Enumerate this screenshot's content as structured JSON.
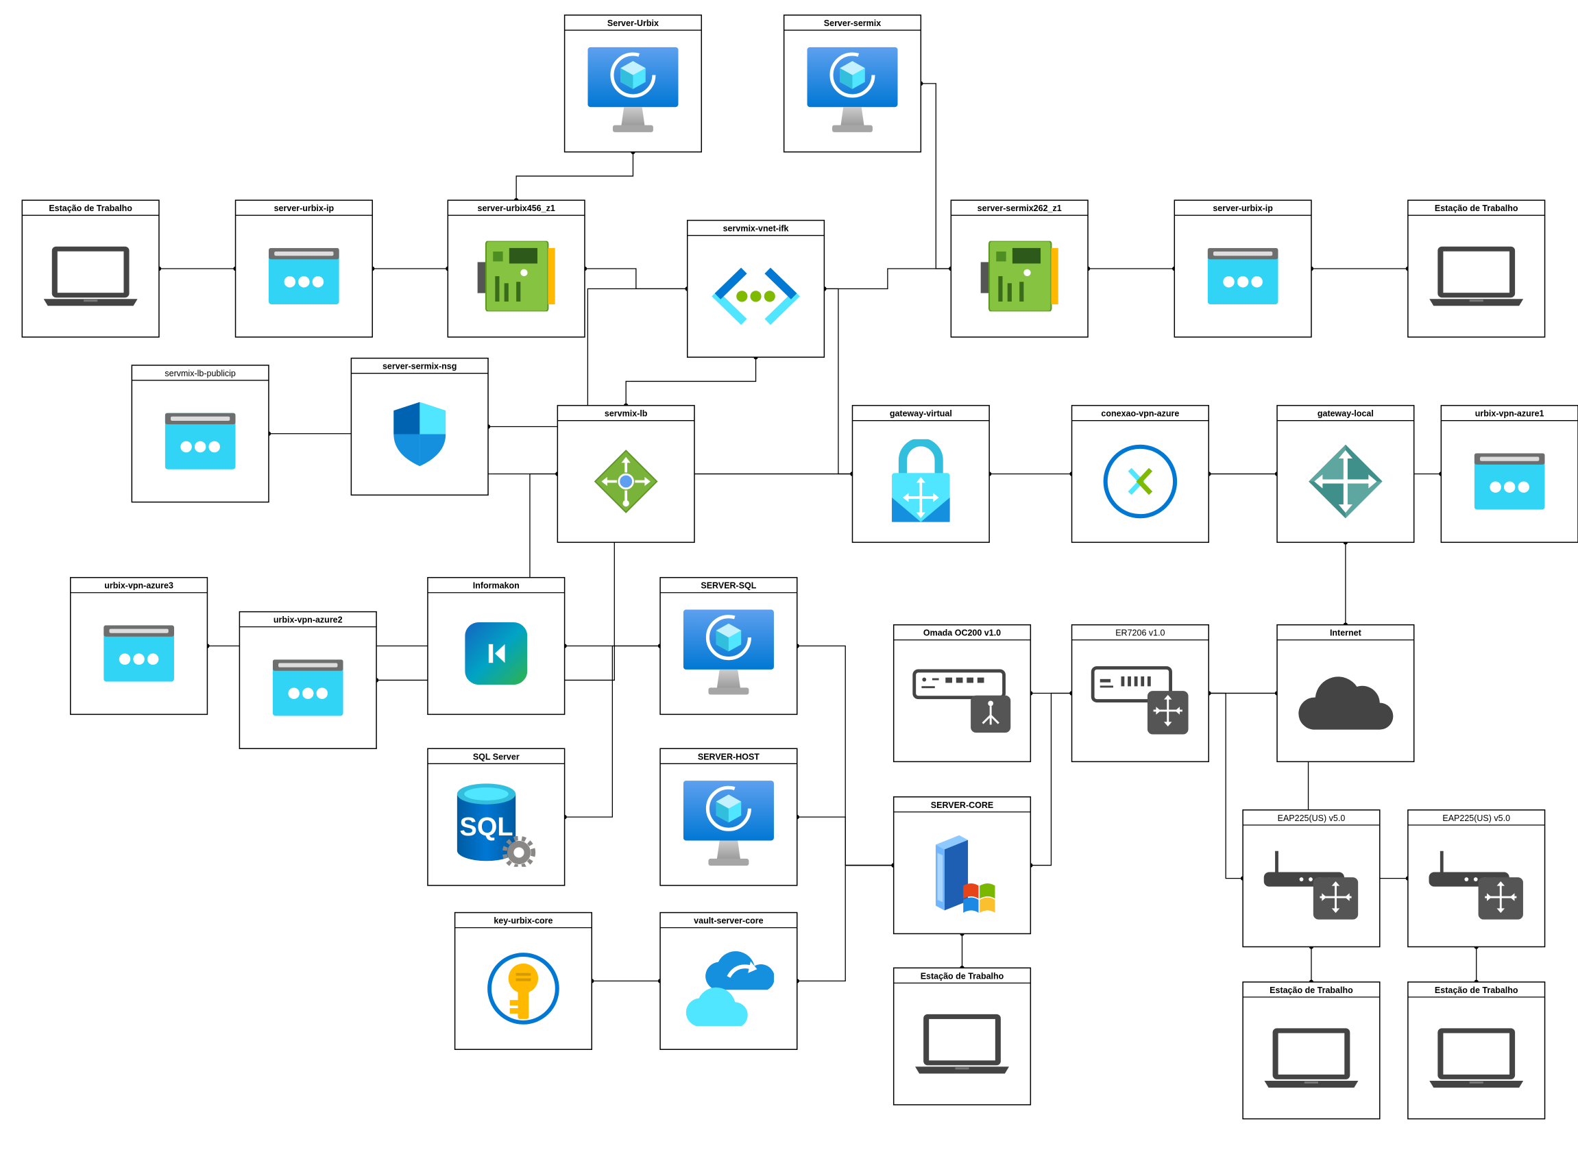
{
  "nodes": [
    {
      "id": "server-urbix",
      "label": "Server-Urbix",
      "icon": "vm-icon",
      "bold": true
    },
    {
      "id": "server-sermix",
      "label": "Server-sermix",
      "icon": "vm-icon",
      "bold": true
    },
    {
      "id": "ws-left",
      "label": "Estação de Trabalho",
      "icon": "laptop-icon",
      "bold": true
    },
    {
      "id": "urbix-ip-left",
      "label": "server-urbix-ip",
      "icon": "public-ip-icon",
      "bold": true
    },
    {
      "id": "nic-urbix",
      "label": "server-urbix456_z1",
      "icon": "nic-icon",
      "bold": true
    },
    {
      "id": "vnet",
      "label": "servmix-vnet-ifk",
      "icon": "vnet-icon",
      "bold": true
    },
    {
      "id": "nic-sermix",
      "label": "server-sermix262_z1",
      "icon": "nic-icon",
      "bold": true
    },
    {
      "id": "urbix-ip-right",
      "label": "server-urbix-ip",
      "icon": "public-ip-icon",
      "bold": true
    },
    {
      "id": "ws-right",
      "label": "Estação de Trabalho",
      "icon": "laptop-icon",
      "bold": true
    },
    {
      "id": "lb-publicip",
      "label": "servmix-lb-publicip",
      "icon": "public-ip-icon",
      "bold": false
    },
    {
      "id": "nsg",
      "label": "server-sermix-nsg",
      "icon": "shield-icon",
      "bold": true
    },
    {
      "id": "lb",
      "label": "servmix-lb",
      "icon": "load-balancer-icon",
      "bold": true
    },
    {
      "id": "gateway-virtual",
      "label": "gateway-virtual",
      "icon": "vpn-gateway-icon",
      "bold": true
    },
    {
      "id": "conexao-vpn",
      "label": "conexao-vpn-azure",
      "icon": "connection-icon",
      "bold": true
    },
    {
      "id": "gateway-local",
      "label": "gateway-local",
      "icon": "local-gateway-icon",
      "bold": true
    },
    {
      "id": "vpn-azure1",
      "label": "urbix-vpn-azure1",
      "icon": "public-ip-icon",
      "bold": true
    },
    {
      "id": "vpn-azure3",
      "label": "urbix-vpn-azure3",
      "icon": "public-ip-icon",
      "bold": true
    },
    {
      "id": "vpn-azure2",
      "label": "urbix-vpn-azure2",
      "icon": "public-ip-icon",
      "bold": true
    },
    {
      "id": "informakon",
      "label": "Informakon",
      "icon": "informakon-app-icon",
      "bold": true
    },
    {
      "id": "server-sql",
      "label": "SERVER-SQL",
      "icon": "vm-icon",
      "bold": true
    },
    {
      "id": "omada",
      "label": "Omada OC200 v1.0",
      "icon": "controller-icon",
      "bold": true
    },
    {
      "id": "er7206",
      "label": "ER7206 v1.0",
      "icon": "router-icon",
      "bold": false
    },
    {
      "id": "internet",
      "label": "Internet",
      "icon": "cloud-icon",
      "bold": true
    },
    {
      "id": "sql-server",
      "label": "SQL Server",
      "icon": "sql-server-icon",
      "bold": true
    },
    {
      "id": "server-host",
      "label": "SERVER-HOST",
      "icon": "vm-icon",
      "bold": true
    },
    {
      "id": "server-core",
      "label": "SERVER-CORE",
      "icon": "windows-server-icon",
      "bold": true
    },
    {
      "id": "eap-left",
      "label": "EAP225(US) v5.0",
      "icon": "access-point-icon",
      "bold": false
    },
    {
      "id": "eap-right",
      "label": "EAP225(US) v5.0",
      "icon": "access-point-icon",
      "bold": false
    },
    {
      "id": "key-urbix",
      "label": "key-urbix-core",
      "icon": "key-icon",
      "bold": true
    },
    {
      "id": "vault",
      "label": "vault-server-core",
      "icon": "backup-vault-icon",
      "bold": true
    },
    {
      "id": "ws-core",
      "label": "Estação de Trabalho",
      "icon": "laptop-icon",
      "bold": true
    },
    {
      "id": "ws-eap-left",
      "label": "Estação de Trabalho",
      "icon": "laptop-icon",
      "bold": true
    },
    {
      "id": "ws-eap-right",
      "label": "Estação de Trabalho",
      "icon": "laptop-icon",
      "bold": true
    }
  ],
  "edges": [
    [
      "server-urbix",
      "nic-urbix"
    ],
    [
      "server-sermix",
      "nic-sermix"
    ],
    [
      "ws-left",
      "urbix-ip-left"
    ],
    [
      "urbix-ip-left",
      "nic-urbix"
    ],
    [
      "nic-urbix",
      "vnet"
    ],
    [
      "vnet",
      "nic-sermix"
    ],
    [
      "nic-sermix",
      "urbix-ip-right"
    ],
    [
      "urbix-ip-right",
      "ws-right"
    ],
    [
      "vnet",
      "nsg"
    ],
    [
      "vnet",
      "lb"
    ],
    [
      "vnet",
      "gateway-virtual"
    ],
    [
      "lb-publicip",
      "lb"
    ],
    [
      "gateway-virtual",
      "conexao-vpn"
    ],
    [
      "conexao-vpn",
      "gateway-local"
    ],
    [
      "conexao-vpn",
      "vpn-azure1"
    ],
    [
      "gateway-virtual",
      "vpn-azure3"
    ],
    [
      "gateway-virtual",
      "vpn-azure2"
    ],
    [
      "gateway-local",
      "internet"
    ],
    [
      "informakon",
      "server-sql"
    ],
    [
      "sql-server",
      "server-sql"
    ],
    [
      "server-sql",
      "server-core"
    ],
    [
      "server-host",
      "server-core"
    ],
    [
      "vault",
      "server-core"
    ],
    [
      "key-urbix",
      "vault"
    ],
    [
      "omada",
      "er7206"
    ],
    [
      "er7206",
      "internet"
    ],
    [
      "er7206",
      "server-core"
    ],
    [
      "er7206",
      "eap-left"
    ],
    [
      "er7206",
      "eap-right"
    ],
    [
      "server-core",
      "ws-core"
    ],
    [
      "eap-left",
      "ws-eap-left"
    ],
    [
      "eap-right",
      "ws-eap-right"
    ]
  ]
}
